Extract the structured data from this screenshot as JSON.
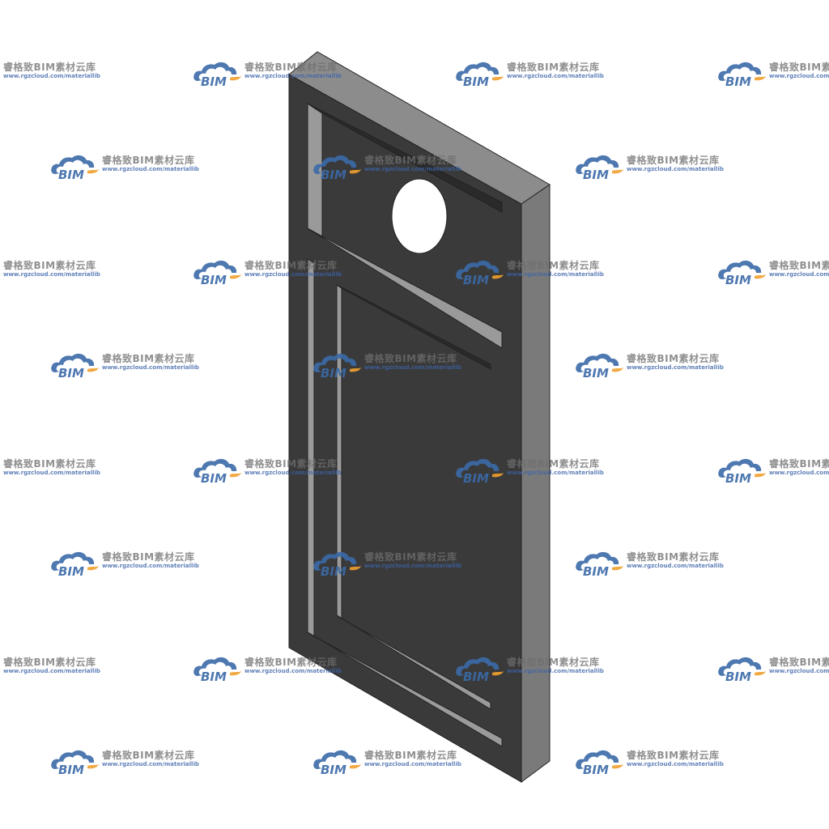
{
  "watermark": {
    "logo_text": "BIM",
    "title": "睿格致BIM素材云库",
    "url": "www.rgzcloud.com/materiallib",
    "logo_blue": "#3b6aa8",
    "logo_orange": "#f0a030"
  },
  "model": {
    "name": "door",
    "colors": {
      "face": "#3a3a3a",
      "top": "#8c8c8c",
      "side": "#7a7a7a",
      "groove_light": "#9a9a9a",
      "groove_dark": "#2a2a2a",
      "hole": "#ffffff",
      "edge": "#222222"
    }
  }
}
